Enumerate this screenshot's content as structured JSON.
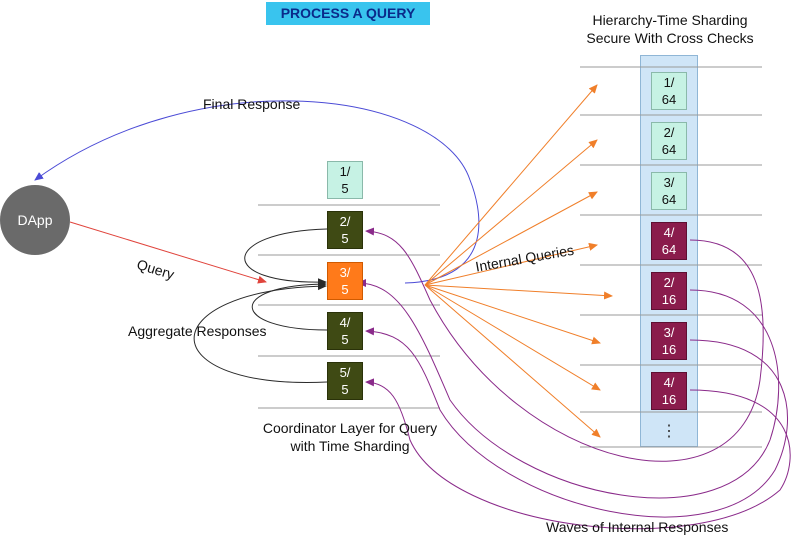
{
  "title": "PROCESS A QUERY",
  "hierarchy_title_line1": "Hierarchy-Time Sharding",
  "hierarchy_title_line2": "Secure With Cross Checks",
  "dapp_label": "DApp",
  "final_response_label": "Final Response",
  "query_label": "Query",
  "aggregate_label": "Aggregate Responses",
  "internal_queries_label": "Internal Queries",
  "coordinator_line1": "Coordinator Layer for Query",
  "coordinator_line2": "with Time Sharding",
  "waves_label": "Waves of Internal Responses",
  "coordinator_shards": [
    {
      "label": "1/\n5",
      "style": "mint"
    },
    {
      "label": "2/\n5",
      "style": "dark"
    },
    {
      "label": "3/\n5",
      "style": "orange"
    },
    {
      "label": "4/\n5",
      "style": "dark"
    },
    {
      "label": "5/\n5",
      "style": "dark"
    }
  ],
  "hierarchy_shards": [
    {
      "label": "1/\n64",
      "style": "mint"
    },
    {
      "label": "2/\n64",
      "style": "mint"
    },
    {
      "label": "3/\n64",
      "style": "mint"
    },
    {
      "label": "4/\n64",
      "style": "maroon"
    },
    {
      "label": "2/\n16",
      "style": "maroon"
    },
    {
      "label": "3/\n16",
      "style": "maroon"
    },
    {
      "label": "4/\n16",
      "style": "maroon"
    },
    {
      "label": "⋮",
      "style": "plain"
    }
  ],
  "colors": {
    "title_bg": "#39c4ee",
    "mint": "#c6f2e4",
    "dark_olive": "#3f4a14",
    "orange": "#ff7a1a",
    "maroon": "#8a1c4c",
    "column": "#cfe5f7",
    "final_response_arrow": "#4b4bd6",
    "query_arrow": "#e0443c",
    "internal_query_arrow": "#f07f2a",
    "response_arrow": "#8a2a8a"
  }
}
